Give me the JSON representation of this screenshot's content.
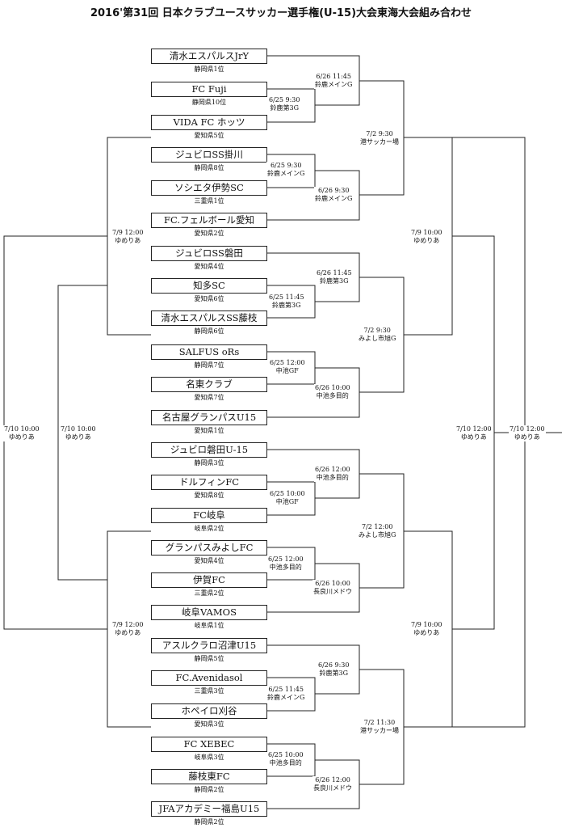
{
  "title": "2016'第31回 日本クラブユースサッカー選手権(U-15)大会東海大会組み合わせ",
  "teams": [
    {
      "name": "清水エスパルスJrY",
      "rank": "静岡県1位"
    },
    {
      "name": "FC Fuji",
      "rank": "静岡県10位"
    },
    {
      "name": "VIDA FC ホッツ",
      "rank": "愛知県5位"
    },
    {
      "name": "ジュビロSS掛川",
      "rank": "静岡県8位"
    },
    {
      "name": "ソシエタ伊勢SC",
      "rank": "三重県1位"
    },
    {
      "name": "FC.フェルボール愛知",
      "rank": "愛知県2位"
    },
    {
      "name": "ジュビロSS磐田",
      "rank": "愛知県4位"
    },
    {
      "name": "知多SC",
      "rank": "愛知県6位"
    },
    {
      "name": "清水エスパルスSS藤枝",
      "rank": "静岡県6位"
    },
    {
      "name": "SALFUS oRs",
      "rank": "静岡県7位"
    },
    {
      "name": "名東クラブ",
      "rank": "愛知県7位"
    },
    {
      "name": "名古屋グランパスU15",
      "rank": "愛知県1位"
    },
    {
      "name": "ジュビロ磐田U-15",
      "rank": "静岡県3位"
    },
    {
      "name": "ドルフィンFC",
      "rank": "愛知県8位"
    },
    {
      "name": "FC岐阜",
      "rank": "岐阜県2位"
    },
    {
      "name": "グランパスみよしFC",
      "rank": "愛知県4位"
    },
    {
      "name": "伊賀FC",
      "rank": "三重県2位"
    },
    {
      "name": "岐阜VAMOS",
      "rank": "岐阜県1位"
    },
    {
      "name": "アスルクラロ沼津U15",
      "rank": "静岡県5位"
    },
    {
      "name": "FC.Avenidasol",
      "rank": "三重県3位"
    },
    {
      "name": "ホペイロ刈谷",
      "rank": "愛知県3位"
    },
    {
      "name": "FC XEBEC",
      "rank": "岐阜県3位"
    },
    {
      "name": "藤枝東FC",
      "rank": "静岡県2位"
    },
    {
      "name": "JFAアカデミー福島U15",
      "rank": "静岡県2位"
    }
  ],
  "matches": {
    "r1_1": [
      "6/25 9:30",
      "鈴鹿第3G"
    ],
    "r1_2": [
      "6/25 9:30",
      "鈴鹿メインG"
    ],
    "r1_3": [
      "6/25 11:45",
      "鈴鹿第3G"
    ],
    "r1_4": [
      "6/25 12:00",
      "中池GF"
    ],
    "r1_5": [
      "6/25 10:00",
      "中池GF"
    ],
    "r1_6": [
      "6/25 12:00",
      "中池多目的"
    ],
    "r1_7": [
      "6/25 11:45",
      "鈴鹿メインG"
    ],
    "r1_8": [
      "6/25 10:00",
      "中池多目的"
    ],
    "r2_1": [
      "6/26 11:45",
      "鈴鹿メインG"
    ],
    "r2_2": [
      "6/26 9:30",
      "鈴鹿メインG"
    ],
    "r2_3": [
      "6/26 11:45",
      "鈴鹿第3G"
    ],
    "r2_4": [
      "6/26 10:00",
      "中池多目的"
    ],
    "r2_5": [
      "6/26 12:00",
      "中池多目的"
    ],
    "r2_6": [
      "6/26 10:00",
      "長良川メドウ"
    ],
    "r2_7": [
      "6/26 9:30",
      "鈴鹿第3G"
    ],
    "r2_8": [
      "6/26 12:00",
      "長良川メドウ"
    ],
    "r3_1": [
      "7/2 9:30",
      "港サッカー場"
    ],
    "r3_2": [
      "7/2 9:30",
      "みよし市旭G"
    ],
    "r3_3": [
      "7/2 12:00",
      "みよし市旭G"
    ],
    "r3_4": [
      "7/2 11:30",
      "港サッカー場"
    ],
    "r4_1": [
      "7/9 10:00",
      "ゆめりあ"
    ],
    "r4_2": [
      "7/9 10:00",
      "ゆめりあ"
    ],
    "l4_1": [
      "7/9 12:00",
      "ゆめりあ"
    ],
    "l4_2": [
      "7/9 12:00",
      "ゆめりあ"
    ],
    "rf_1": [
      "7/10 12:00",
      "ゆめりあ"
    ],
    "rf_2": [
      "7/10 12:00",
      "ゆめりあ"
    ],
    "lf_1": [
      "7/10 10:00",
      "ゆめりあ"
    ],
    "lf_2": [
      "7/10 10:00",
      "ゆめりあ"
    ]
  }
}
